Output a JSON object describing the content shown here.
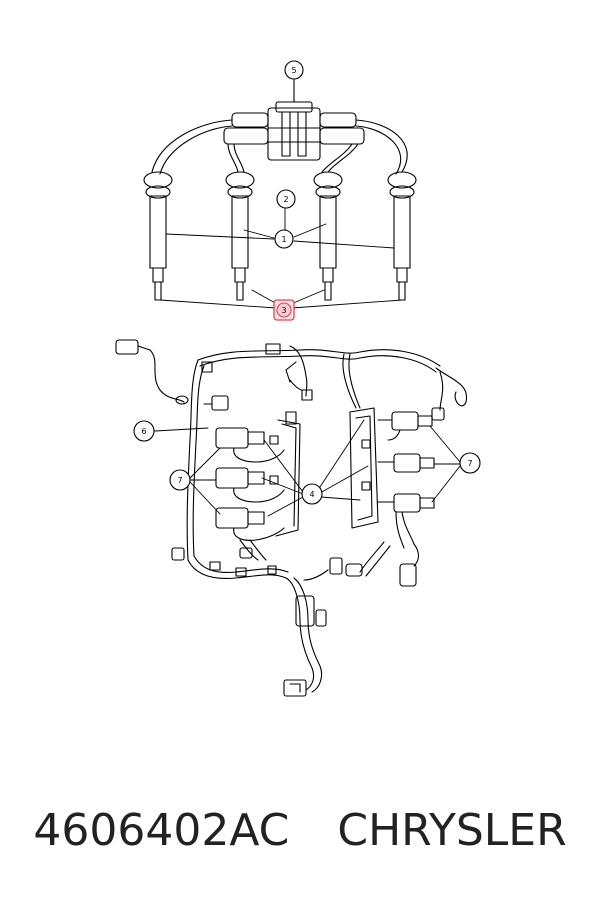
{
  "diagram": {
    "callouts": {
      "c1": "1",
      "c2": "2",
      "c3": "3",
      "c4": "4",
      "c5": "5",
      "c6": "6",
      "c7a": "7",
      "c7b": "7"
    },
    "highlight_color": "#d9485a",
    "line_color": "#000000"
  },
  "caption": {
    "part_number": "4606402AC",
    "brand": "CHRYSLER"
  }
}
